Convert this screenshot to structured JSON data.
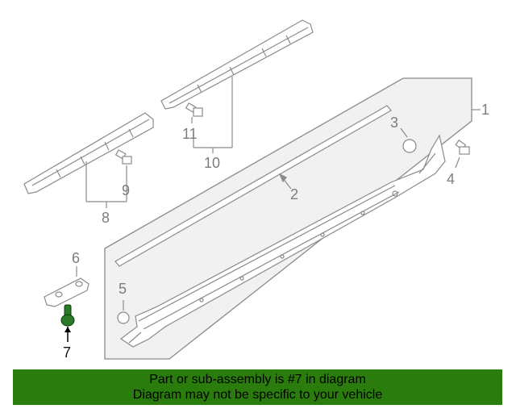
{
  "callouts": [
    "1",
    "2",
    "3",
    "4",
    "5",
    "6",
    "7",
    "8",
    "9",
    "10",
    "11"
  ],
  "highlighted_part": "7",
  "colors": {
    "banner": "#2a7d0c",
    "highlight": "#2a7a2a",
    "lines": "#8a8a8a"
  },
  "banner": {
    "line1": "Part or sub-assembly is #7 in diagram",
    "line2": "Diagram may not be specific to your vehicle"
  }
}
